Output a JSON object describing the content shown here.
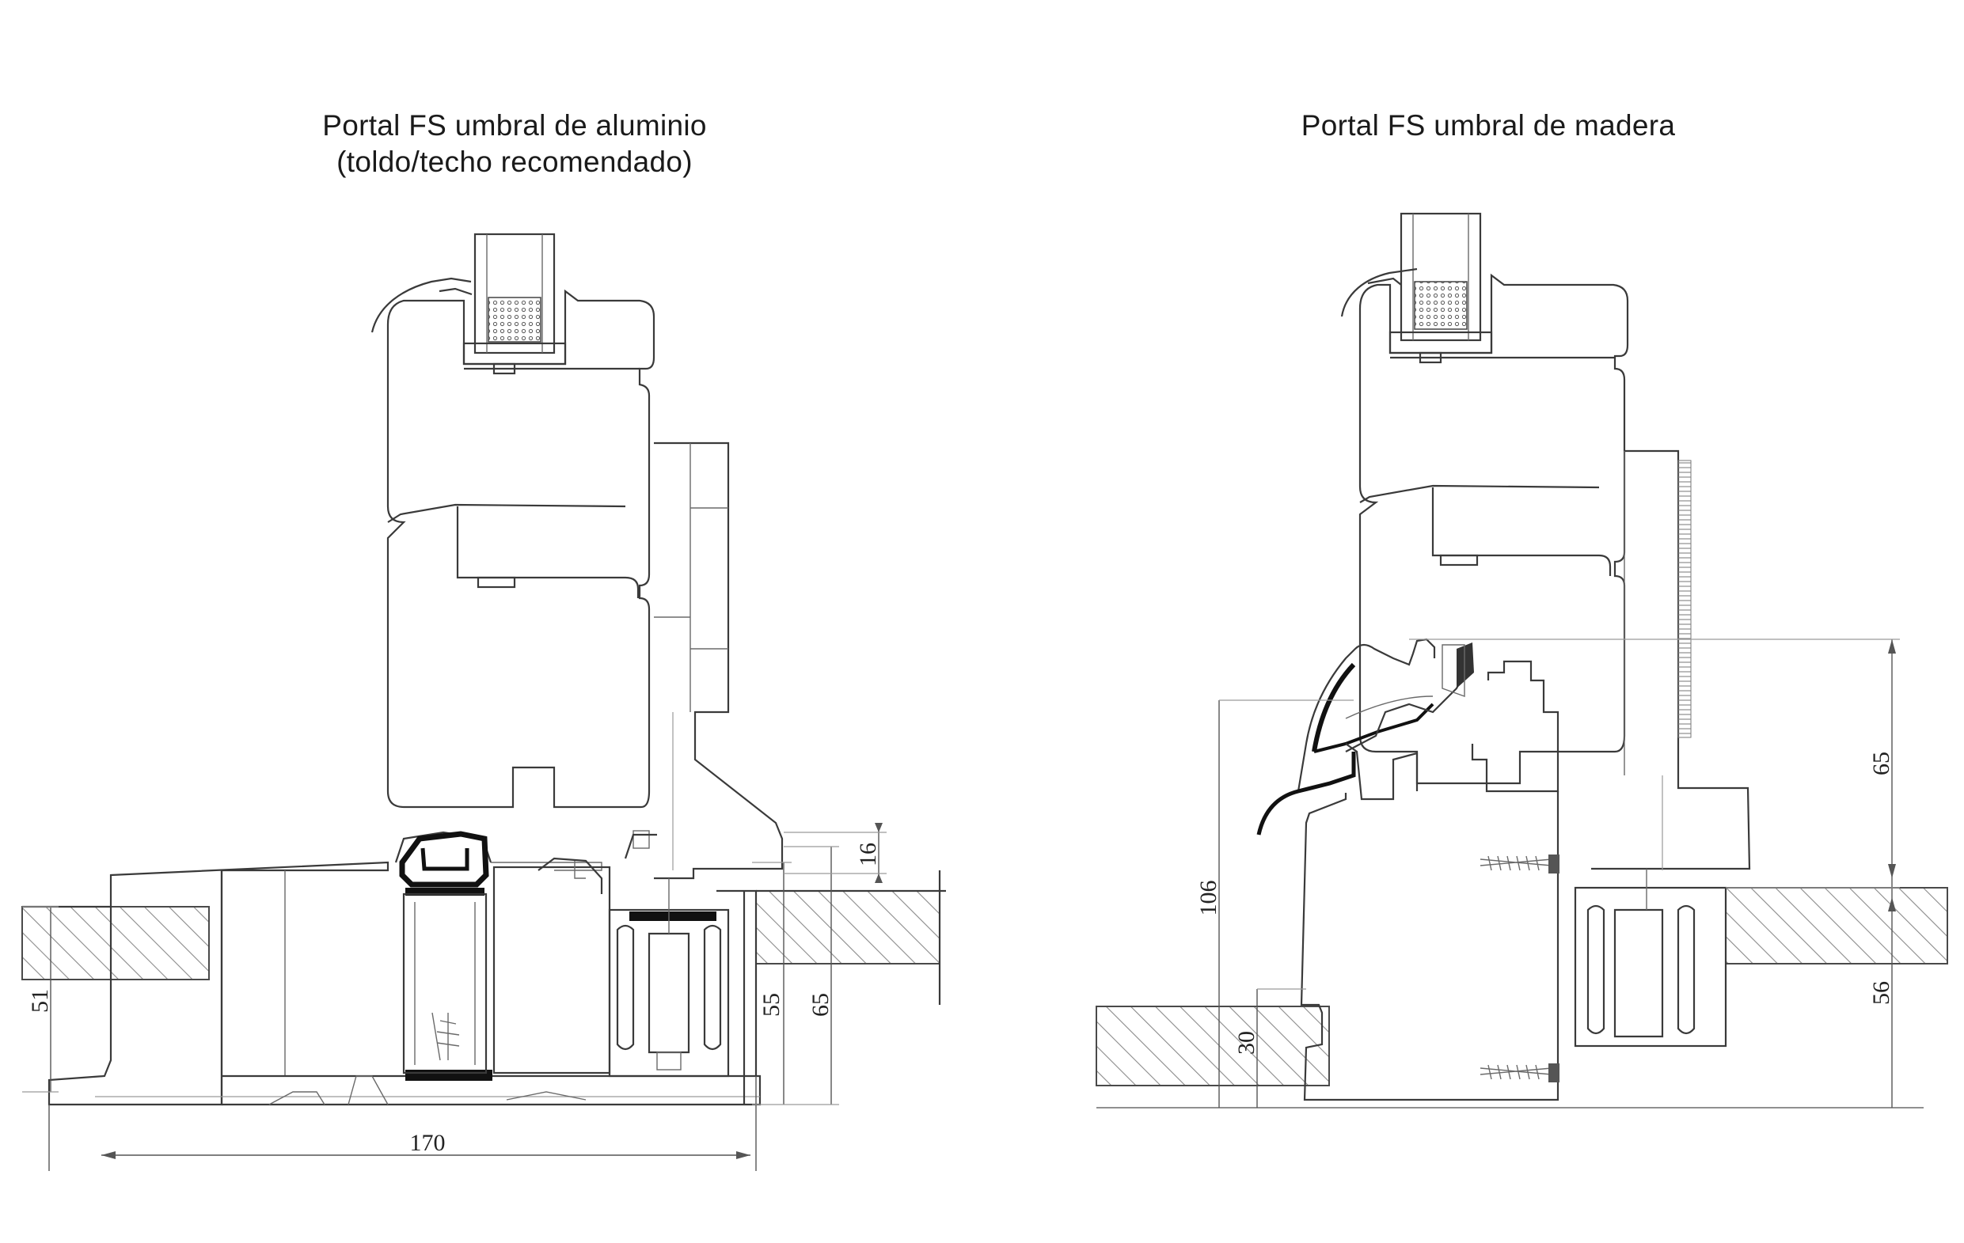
{
  "titles": {
    "left_line1": "Portal FS umbral de aluminio",
    "left_line2": "(toldo/techo recomendado)",
    "right": "Portal FS umbral de madera"
  },
  "dimensions": {
    "left": {
      "width": "170",
      "h51": "51",
      "h55": "55",
      "h65": "65",
      "h16": "16"
    },
    "right": {
      "h106": "106",
      "h30": "30",
      "h65": "65",
      "h56": "56"
    }
  }
}
